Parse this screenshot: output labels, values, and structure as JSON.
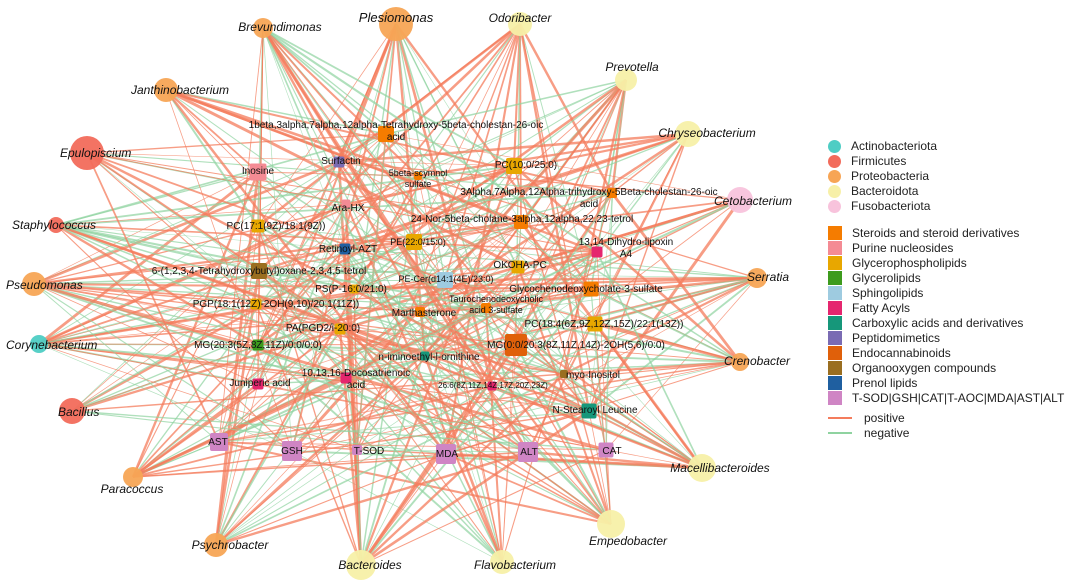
{
  "colors": {
    "positive": "#f47c5c",
    "negative": "#8fd3a0",
    "taxa": {
      "Actinobacteriota": "#4ecdc4",
      "Firmicutes": "#f26b5b",
      "Proteobacteria": "#f7a555",
      "Bacteroidota": "#f7f0a8",
      "Fusobacteriota": "#f8c3dc"
    },
    "classes": {
      "steroid": "#f57c00",
      "purine": "#f48b94",
      "glycerophospho": "#e8a700",
      "glycerolipid": "#3d9b1d",
      "sphingo": "#9ecbe0",
      "fatty": "#e5266e",
      "carboxylic": "#16977a",
      "peptidomimetic": "#7a6bb3",
      "endocannabinoid": "#e0600a",
      "organooxygen": "#9a6e20",
      "prenol": "#1f5fa0",
      "index": "#cf85c4"
    }
  },
  "taxa_legend": [
    {
      "label": "Actinobacteriota",
      "key": "Actinobacteriota"
    },
    {
      "label": "Firmicutes",
      "key": "Firmicutes"
    },
    {
      "label": "Proteobacteria",
      "key": "Proteobacteria"
    },
    {
      "label": "Bacteroidota",
      "key": "Bacteroidota"
    },
    {
      "label": "Fusobacteriota",
      "key": "Fusobacteriota"
    }
  ],
  "class_legend": [
    {
      "label": "Steroids and steroid derivatives",
      "key": "steroid"
    },
    {
      "label": "Purine nucleosides",
      "key": "purine"
    },
    {
      "label": "Glycerophospholipids",
      "key": "glycerophospho"
    },
    {
      "label": "Glycerolipids",
      "key": "glycerolipid"
    },
    {
      "label": "Sphingolipids",
      "key": "sphingo"
    },
    {
      "label": "Fatty Acyls",
      "key": "fatty"
    },
    {
      "label": "Carboxylic acids and derivatives",
      "key": "carboxylic"
    },
    {
      "label": "Peptidomimetics",
      "key": "peptidomimetic"
    },
    {
      "label": "Endocannabinoids",
      "key": "endocannabinoid"
    },
    {
      "label": "Organooxygen compounds",
      "key": "organooxygen"
    },
    {
      "label": "Prenol lipids",
      "key": "prenol"
    },
    {
      "label": "T-SOD|GSH|CAT|T-AOC|MDA|AST|ALT",
      "key": "index"
    }
  ],
  "edge_legend": [
    {
      "label": "positive",
      "key": "positive"
    },
    {
      "label": "negative",
      "key": "negative"
    }
  ],
  "bacteria": [
    {
      "id": "Plesiomonas",
      "label": "Plesiomonas",
      "phylum": "Proteobacteria"
    },
    {
      "id": "Odoribacter",
      "label": "Odoribacter",
      "phylum": "Bacteroidota"
    },
    {
      "id": "Prevotella",
      "label": "Prevotella",
      "phylum": "Bacteroidota"
    },
    {
      "id": "Chryseobacterium",
      "label": "Chryseobacterium",
      "phylum": "Bacteroidota"
    },
    {
      "id": "Cetobacterium",
      "label": "Cetobacterium",
      "phylum": "Fusobacteriota"
    },
    {
      "id": "Serratia",
      "label": "Serratia",
      "phylum": "Proteobacteria"
    },
    {
      "id": "Crenobacter",
      "label": "Crenobacter",
      "phylum": "Proteobacteria"
    },
    {
      "id": "Macellibacteroides",
      "label": "Macellibacteroides",
      "phylum": "Bacteroidota"
    },
    {
      "id": "Empedobacter",
      "label": "Empedobacter",
      "phylum": "Bacteroidota"
    },
    {
      "id": "Flavobacterium",
      "label": "Flavobacterium",
      "phylum": "Bacteroidota"
    },
    {
      "id": "Bacteroides",
      "label": "Bacteroides",
      "phylum": "Bacteroidota"
    },
    {
      "id": "Psychrobacter",
      "label": "Psychrobacter",
      "phylum": "Proteobacteria"
    },
    {
      "id": "Paracoccus",
      "label": "Paracoccus",
      "phylum": "Proteobacteria"
    },
    {
      "id": "Bacillus",
      "label": "Bacillus",
      "phylum": "Firmicutes"
    },
    {
      "id": "Corynebacterium",
      "label": "Corynebacterium",
      "phylum": "Actinobacteriota"
    },
    {
      "id": "Pseudomonas",
      "label": "Pseudomonas",
      "phylum": "Proteobacteria"
    },
    {
      "id": "Staphylococcus",
      "label": "Staphylococcus",
      "phylum": "Firmicutes"
    },
    {
      "id": "Epulopiscium",
      "label": "Epulopiscium",
      "phylum": "Firmicutes"
    },
    {
      "id": "Janthinobacterium",
      "label": "Janthinobacterium",
      "phylum": "Proteobacteria"
    },
    {
      "id": "Brevundimonas",
      "label": "Brevundimonas",
      "phylum": "Proteobacteria"
    }
  ],
  "metabolites": [
    {
      "id": "m1",
      "lines": [
        "1beta,3alpha,7alpha,12alpha-Tetrahydroxy-5beta-cholestan-26-oic",
        "acid"
      ],
      "cls": "steroid"
    },
    {
      "id": "m2",
      "lines": [
        "Surfactin"
      ],
      "cls": "peptidomimetic"
    },
    {
      "id": "m3",
      "lines": [
        "Inosine"
      ],
      "cls": "purine"
    },
    {
      "id": "m4",
      "lines": [
        "5beta-scymnol",
        "sulfate"
      ],
      "cls": "steroid"
    },
    {
      "id": "m5",
      "lines": [
        "PC(10:0/25:0)"
      ],
      "cls": "glycerophospho"
    },
    {
      "id": "m6",
      "lines": [
        "3Alpha,7Alpha,12Alpha-trihydroxy-5Beta-cholestan-26-oic",
        "acid"
      ],
      "cls": "steroid"
    },
    {
      "id": "m7",
      "lines": [
        "Ara-HX"
      ],
      "cls": "purine"
    },
    {
      "id": "m8",
      "lines": [
        "24-Nor-5beta-cholane-3alpha,12alpha,22,23-tetrol"
      ],
      "cls": "steroid"
    },
    {
      "id": "m9",
      "lines": [
        "PC(17:1(9Z)/18:1(9Z))"
      ],
      "cls": "glycerophospho"
    },
    {
      "id": "m10",
      "lines": [
        "PE(22:0/15:0)"
      ],
      "cls": "glycerophospho"
    },
    {
      "id": "m11",
      "lines": [
        "13,14-Dihydro-lipoxin",
        "A4"
      ],
      "cls": "fatty"
    },
    {
      "id": "m12",
      "lines": [
        "Retinoyl-AZT"
      ],
      "cls": "prenol"
    },
    {
      "id": "m13",
      "lines": [
        "6-(1,2,3,4-Tetrahydroxybutyl)oxane-2,3,4,5-tetrol"
      ],
      "cls": "organooxygen"
    },
    {
      "id": "m14",
      "lines": [
        "PE-Cer(d14:1(4E)/23:0)"
      ],
      "cls": "sphingo"
    },
    {
      "id": "m15",
      "lines": [
        "OKOHA-PC"
      ],
      "cls": "glycerophospho"
    },
    {
      "id": "m16",
      "lines": [
        "PS(P-16:0/21:0)"
      ],
      "cls": "glycerophospho"
    },
    {
      "id": "m17",
      "lines": [
        "Glycochenodeoxycholate-3-sulfate"
      ],
      "cls": "steroid"
    },
    {
      "id": "m18",
      "lines": [
        "PGP(18:1(12Z)-2OH(9,10)/20:1(11Z))"
      ],
      "cls": "glycerophospho"
    },
    {
      "id": "m19",
      "lines": [
        "Taurochenodeoxycholic",
        "acid 3-sulfate"
      ],
      "cls": "steroid"
    },
    {
      "id": "m20",
      "lines": [
        "Marthasterone"
      ],
      "cls": "steroid"
    },
    {
      "id": "m21",
      "lines": [
        "PC(18:4(6Z,9Z,12Z,15Z)/22:1(13Z))"
      ],
      "cls": "glycerophospho"
    },
    {
      "id": "m22",
      "lines": [
        "PA(PGD2/i-20:0)"
      ],
      "cls": "glycerophospho"
    },
    {
      "id": "m23",
      "lines": [
        "MG(20:3(5Z,8Z,11Z)/0:0/0:0)"
      ],
      "cls": "glycerolipid"
    },
    {
      "id": "m24",
      "lines": [
        "MG(0:0/20:3(8Z,11Z,14Z)-2OH(5,6)/0:0)"
      ],
      "cls": "endocannabinoid"
    },
    {
      "id": "m25",
      "lines": [
        "n-iminoethyl-l-ornithine"
      ],
      "cls": "carboxylic"
    },
    {
      "id": "m26",
      "lines": [
        "10,13,16-Docosatrienoic",
        "acid"
      ],
      "cls": "fatty"
    },
    {
      "id": "m27",
      "lines": [
        "Juniperic acid"
      ],
      "cls": "fatty"
    },
    {
      "id": "m28",
      "lines": [
        "26:6(8Z,11Z,14Z,17Z,20Z,23Z)"
      ],
      "cls": "fatty"
    },
    {
      "id": "m29",
      "lines": [
        "myo-Inositol"
      ],
      "cls": "organooxygen"
    },
    {
      "id": "m30",
      "lines": [
        "N-Stearoyl Leucine"
      ],
      "cls": "carboxylic"
    },
    {
      "id": "AST",
      "lines": [
        "AST"
      ],
      "cls": "index"
    },
    {
      "id": "GSH",
      "lines": [
        "GSH"
      ],
      "cls": "index"
    },
    {
      "id": "TSOD",
      "lines": [
        "T-SOD"
      ],
      "cls": "index"
    },
    {
      "id": "MDA",
      "lines": [
        "MDA"
      ],
      "cls": "index"
    },
    {
      "id": "ALT",
      "lines": [
        "ALT"
      ],
      "cls": "index"
    },
    {
      "id": "CAT",
      "lines": [
        "CAT"
      ],
      "cls": "index"
    }
  ]
}
